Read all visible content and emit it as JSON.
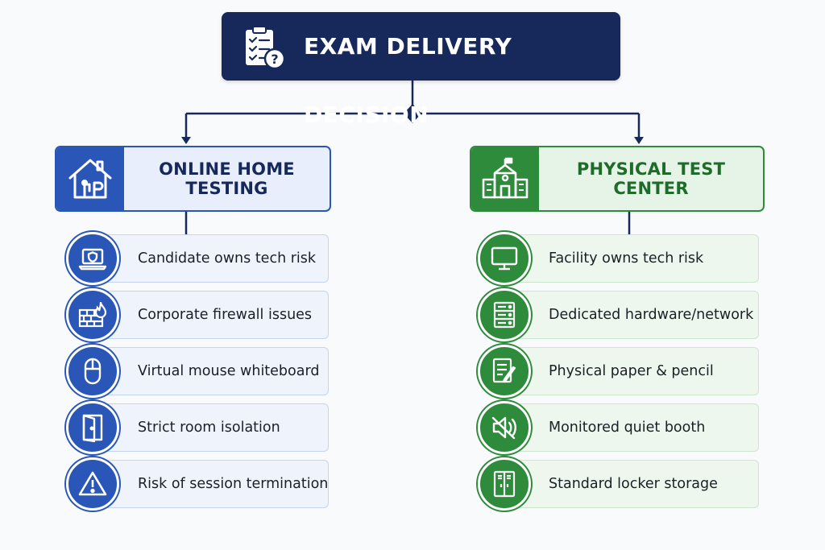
{
  "title": {
    "text": "EXAM DELIVERY DECISION",
    "icon": "clipboard-question-icon"
  },
  "colors": {
    "navy": "#16295a",
    "blue": "#2a56b8",
    "green": "#2e8b3c"
  },
  "branches": [
    {
      "title": "ONLINE HOME TESTING",
      "icon": "smart-home-icon",
      "items": [
        {
          "label": "Candidate owns tech risk",
          "icon": "laptop-shield-icon"
        },
        {
          "label": "Corporate firewall issues",
          "icon": "firewall-icon"
        },
        {
          "label": "Virtual mouse whiteboard",
          "icon": "mouse-icon"
        },
        {
          "label": "Strict room isolation",
          "icon": "door-icon"
        },
        {
          "label": "Risk of session termination",
          "icon": "warning-icon"
        }
      ]
    },
    {
      "title": "PHYSICAL TEST CENTER",
      "icon": "school-building-icon",
      "items": [
        {
          "label": "Facility owns tech risk",
          "icon": "monitor-icon"
        },
        {
          "label": "Dedicated hardware/network",
          "icon": "server-icon"
        },
        {
          "label": "Physical paper & pencil",
          "icon": "paper-pencil-icon"
        },
        {
          "label": "Monitored quiet booth",
          "icon": "speaker-muted-icon"
        },
        {
          "label": "Standard locker storage",
          "icon": "locker-icon"
        }
      ]
    }
  ]
}
